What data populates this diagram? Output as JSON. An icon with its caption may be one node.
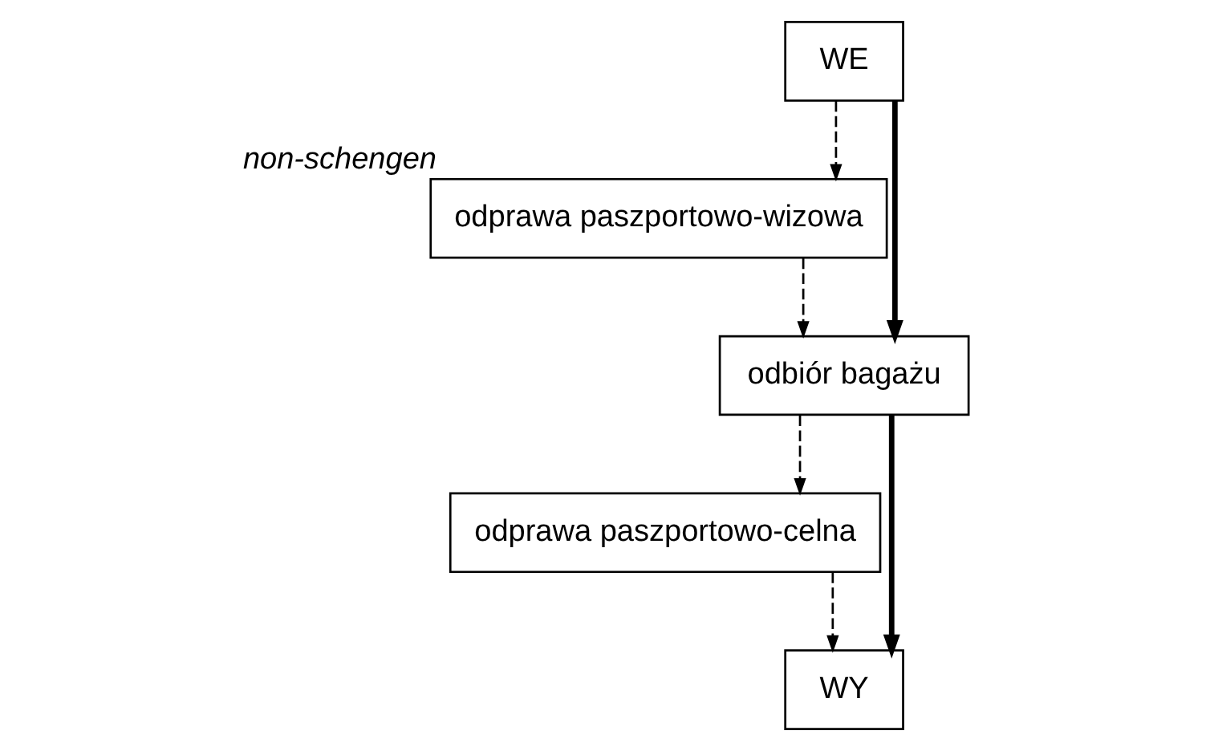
{
  "diagram": {
    "nodes": [
      {
        "text": [
          "WE"
        ]
      },
      {
        "text": [
          "odprawa paszportowo-wizowa"
        ],
        "beside": [
          "non-schengen"
        ]
      },
      {
        "text": [
          "odbiór bagażu"
        ]
      },
      {
        "text": [
          "odprawa paszportowo-celna"
        ]
      },
      {
        "text": [
          "WY"
        ]
      }
    ],
    "edges": [
      {
        "from": 0,
        "to": 1,
        "arrow": "to",
        "style": "dashed"
      },
      {
        "from": 0,
        "to": 2,
        "arrow": "to",
        "style": "thick"
      },
      {
        "from": 1,
        "to": 2,
        "arrow": "to",
        "style": "dashed"
      },
      {
        "from": 2,
        "to": 4,
        "arrow": "to",
        "style": "thick"
      },
      {
        "from": 2,
        "to": 3,
        "arrow": "to",
        "style": "dashed"
      },
      {
        "from": 3,
        "to": 4,
        "arrow": "to",
        "style": "dashed"
      }
    ]
  }
}
